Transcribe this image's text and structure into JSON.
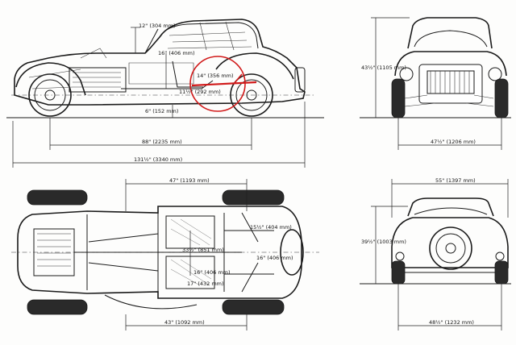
{
  "dimensions": {
    "side_upper": "12\" (304 mm)",
    "side_mid": "16\" (406 mm)",
    "side_seat": "14\" (356 mm)",
    "side_low": "11½\" (292 mm)",
    "ground_clearance": "6\" (152 mm)",
    "wheelbase": "88\" (2235 mm)",
    "overall_length": "131½\" (3340 mm)",
    "front_height": "43½\" (1105 mm)",
    "front_track": "47½\" (1206 mm)",
    "plan_front_track": "47\" (1193 mm)",
    "plan_mid": "33½\" (851 mm)",
    "plan_seat": "16\" (406 mm)",
    "plan_small": "17\" (432 mm)",
    "plan_rear": "15½\" (404 mm)",
    "plan_tank": "16\" (406 mm)",
    "plan_rear_track": "43\" (1092 mm)",
    "rear_width": "55\" (1397 mm)",
    "rear_height": "39½\" (1003 mm)",
    "rear_track": "48½\" (1232 mm)"
  },
  "highlight_color": "#d11a1a"
}
